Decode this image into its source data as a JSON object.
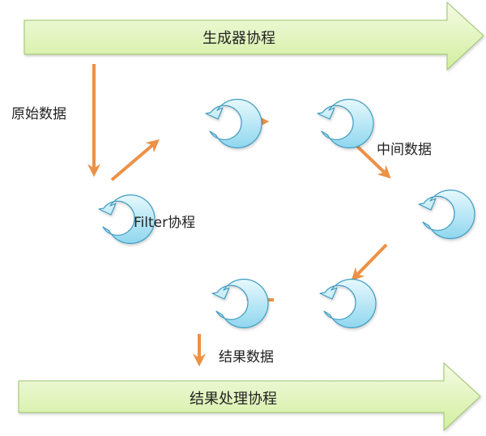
{
  "diagram": {
    "top_banner": {
      "label": "生成器协程"
    },
    "bottom_banner": {
      "label": "结果处理协程"
    },
    "labels": {
      "raw_data": "原始数据",
      "filter": "Filter协程",
      "intermediate_data": "中间数据",
      "result_data": "结果数据"
    },
    "nodes": [
      {
        "id": "filter-1",
        "kind": "coroutine-cycle"
      },
      {
        "id": "filter-2",
        "kind": "coroutine-cycle"
      },
      {
        "id": "filter-3",
        "kind": "coroutine-cycle"
      },
      {
        "id": "filter-4",
        "kind": "coroutine-cycle"
      },
      {
        "id": "filter-5",
        "kind": "coroutine-cycle"
      },
      {
        "id": "filter-6",
        "kind": "coroutine-cycle"
      }
    ],
    "edges": [
      {
        "from": "generator",
        "to": "filter-1"
      },
      {
        "from": "filter-1",
        "to": "filter-2"
      },
      {
        "from": "filter-2",
        "to": "filter-3"
      },
      {
        "from": "filter-3",
        "to": "filter-4"
      },
      {
        "from": "filter-4",
        "to": "filter-5"
      },
      {
        "from": "filter-5",
        "to": "filter-6"
      },
      {
        "from": "filter-6",
        "to": "result-handler"
      }
    ],
    "colors": {
      "banner_fill_top": "#f4fbe4",
      "banner_fill_bottom": "#d2ee9e",
      "banner_stroke": "#9cc46a",
      "cycle_fill_light": "#e6f8fd",
      "cycle_fill_dark": "#8fd6ee",
      "cycle_stroke": "#3f9cc0",
      "arrow": "#ec9146"
    }
  }
}
